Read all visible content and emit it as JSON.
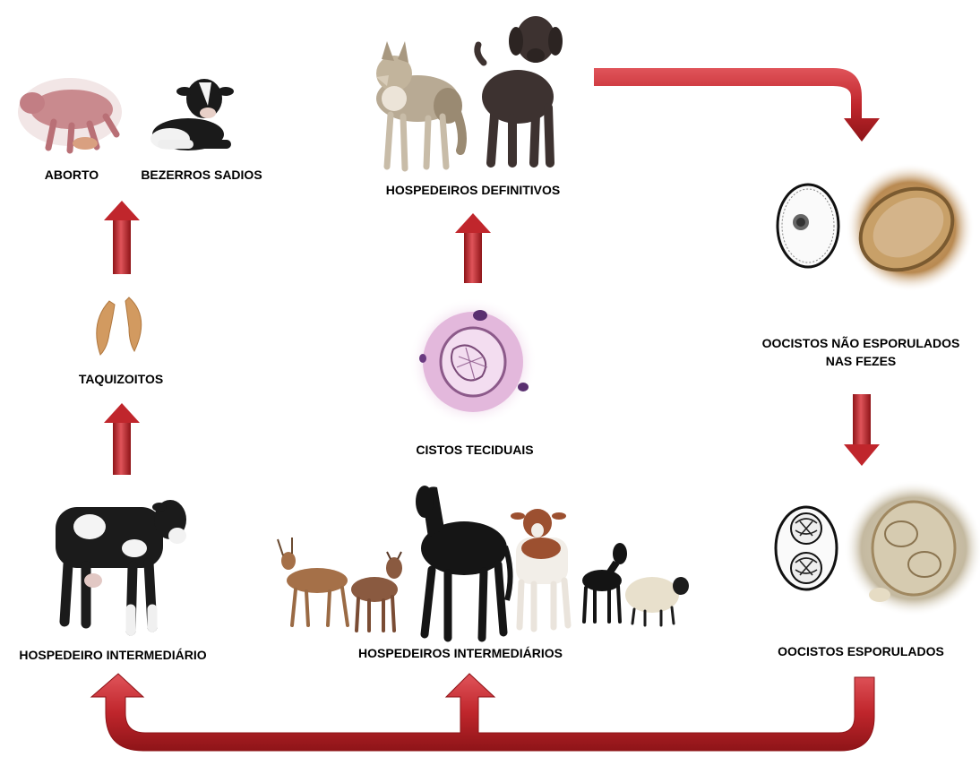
{
  "labels": {
    "aborto": "ABORTO",
    "bezerros_sadios": "BEZERROS SADIOS",
    "hospedeiros_definitivos": "HOSPEDEIROS DEFINITIVOS",
    "oocistos_nao_esporulados_line1": "OOCISTOS NÃO ESPORULADOS",
    "oocistos_nao_esporulados_line2": "NAS FEZES",
    "taquizoitos": "TAQUIZOITOS",
    "cistos_teciduais": "CISTOS TECIDUAIS",
    "oocistos_esporulados": "OOCISTOS  ESPORULADOS",
    "hospedeiro_intermediario": "HOSPEDEIRO INTERMEDIÁRIO",
    "hospedeiros_intermediarios": "HOSPEDEIROS INTERMEDIÁRIOS"
  },
  "colors": {
    "arrow_fill": "#c0262c",
    "arrow_dark": "#8e1418",
    "arrow_light": "#e0545a"
  }
}
